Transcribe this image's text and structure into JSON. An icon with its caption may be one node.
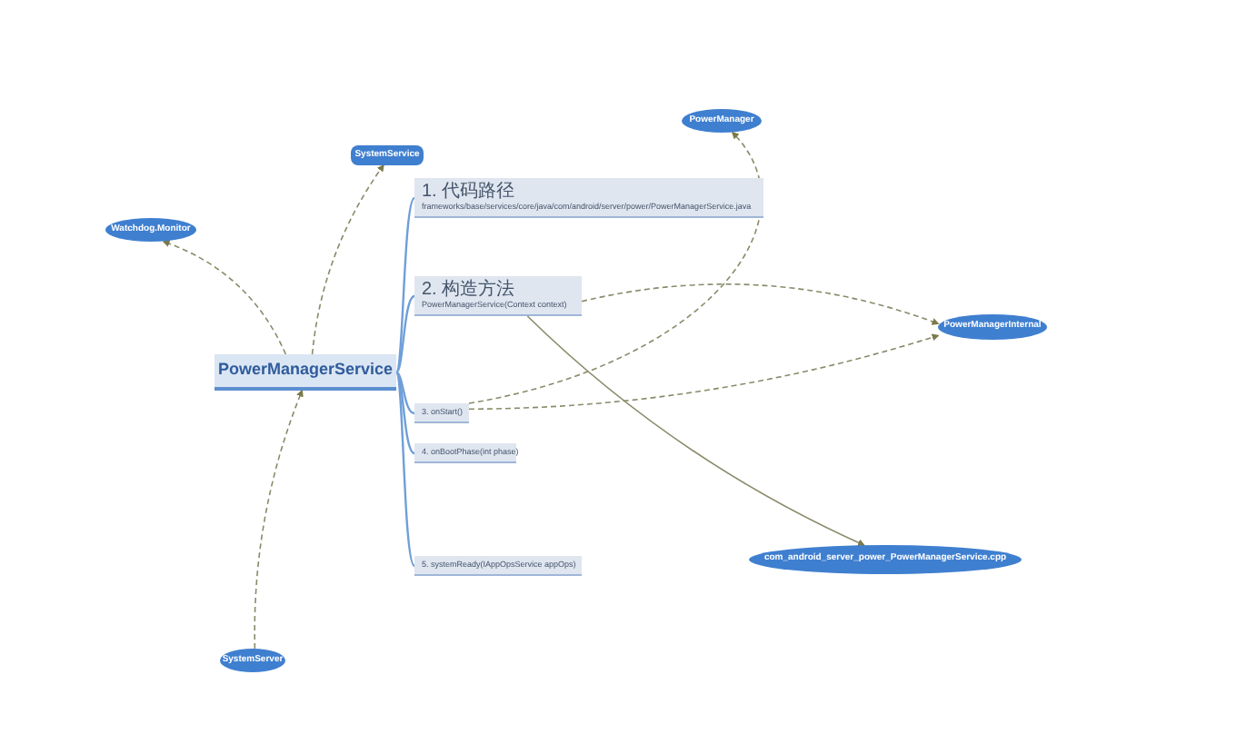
{
  "diagram": {
    "nodes": [
      {
        "text": [
          "PowerManagerService"
        ]
      },
      {
        "text": [
          "SystemService"
        ]
      },
      {
        "text": [
          "Watchdog.Monitor"
        ]
      },
      {
        "text": [
          "PowerManager"
        ]
      },
      {
        "text": [
          "PowerManagerInternal"
        ]
      },
      {
        "text": [
          "com_android_server_power_PowerManagerService.cpp"
        ]
      },
      {
        "text": [
          "SystemServer"
        ]
      },
      {
        "text": [
          "1. 代码路径",
          "frameworks/base/services/core/java/com/android/server/power/PowerManagerService.java"
        ]
      },
      {
        "text": [
          "2. 构造方法",
          "PowerManagerService(Context context)"
        ]
      },
      {
        "text": [
          "3. onStart()"
        ]
      },
      {
        "text": [
          "4. onBootPhase(int phase)"
        ]
      },
      {
        "text": [
          "5. systemReady(IAppOpsService appOps)"
        ]
      }
    ],
    "edges": [
      {
        "from": 0,
        "to": 1,
        "arrow": "to",
        "style": "dashed"
      },
      {
        "from": 0,
        "to": 2,
        "arrow": "to",
        "style": "dashed"
      },
      {
        "from": 6,
        "to": 0,
        "arrow": "to",
        "style": "dashed"
      },
      {
        "from": 9,
        "to": 3,
        "arrow": "to",
        "style": "dashed"
      },
      {
        "from": 8,
        "to": 4,
        "arrow": "to",
        "style": "dashed"
      },
      {
        "from": 9,
        "to": 4,
        "arrow": "to",
        "style": "dashed"
      },
      {
        "from": 8,
        "to": 5,
        "arrow": "to"
      },
      {
        "from": 0,
        "to": 7,
        "arrow": "none",
        "color": "#6f9fd8"
      },
      {
        "from": 0,
        "to": 8,
        "arrow": "none",
        "color": "#6f9fd8"
      },
      {
        "from": 0,
        "to": 9,
        "arrow": "none",
        "color": "#6f9fd8"
      },
      {
        "from": 0,
        "to": 10,
        "arrow": "none",
        "color": "#6f9fd8"
      },
      {
        "from": 0,
        "to": 11,
        "arrow": "none",
        "color": "#6f9fd8"
      }
    ]
  }
}
